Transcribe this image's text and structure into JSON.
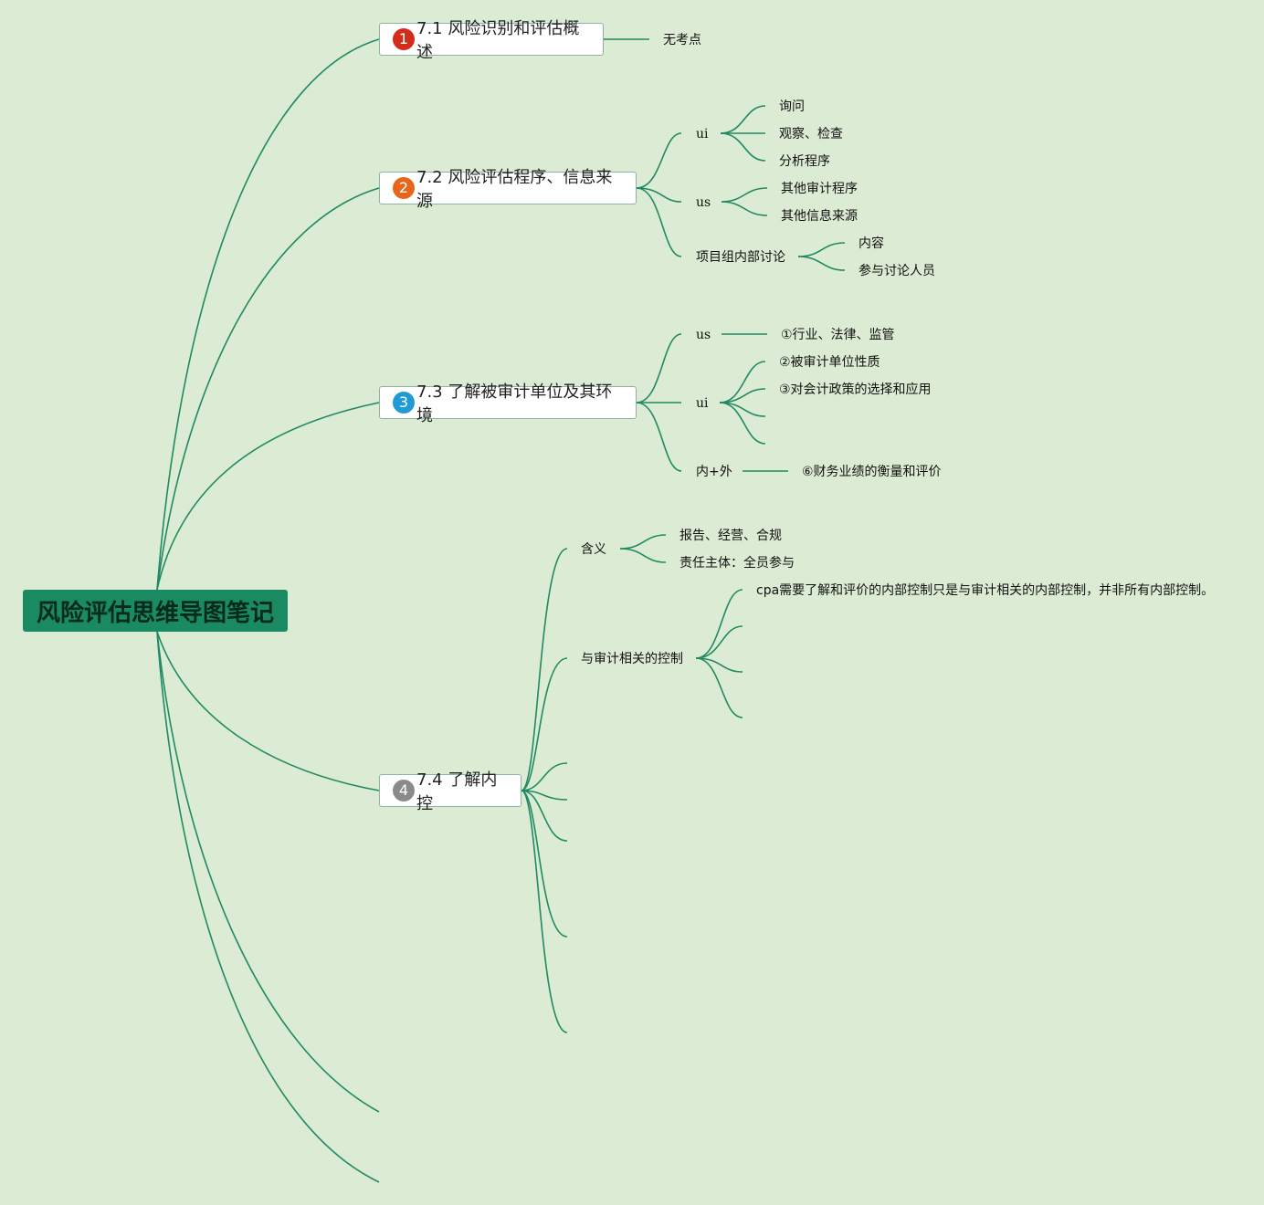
{
  "root": {
    "label": "风险评估思维导图笔记"
  },
  "colors": {
    "background": "#dcebd3",
    "line": "#1f8a63",
    "root": "#1a8a62"
  },
  "topics": [
    {
      "badge": "1",
      "badge_color": "#d42c1b",
      "label": "7.1 风险识别和评估概述"
    },
    {
      "badge": "2",
      "badge_color": "#e8651b",
      "label": "7.2 风险评估程序、信息来源"
    },
    {
      "badge": "3",
      "badge_color": "#1f9ad7",
      "label": "7.3 了解被审计单位及其环境"
    },
    {
      "badge": "4",
      "badge_color": "#8a8a8a",
      "label": "7.4 了解内控"
    }
  ],
  "t1": {
    "no_point": "无考点"
  },
  "t2": {
    "ui": "ui",
    "ui_items": [
      "询问",
      "观察、检查",
      "分析程序"
    ],
    "us": "us",
    "us_items": [
      "其他审计程序",
      "其他信息来源"
    ],
    "discuss": "项目组内部讨论",
    "discuss_items": [
      "内容",
      "参与讨论人员"
    ]
  },
  "t3": {
    "us": "us",
    "us_item": "①行业、法律、监管",
    "ui": "ui",
    "ui_items": [
      "②被审计单位性质",
      "③对会计政策的选择和应用"
    ],
    "inout": "内+外",
    "inout_item": "⑥财务业绩的衡量和评价"
  },
  "t4": {
    "meaning": "含义",
    "meaning_items": [
      "报告、经营、合规",
      "责任主体：全员参与"
    ],
    "audit_controls": "与审计相关的控制",
    "audit_controls_items": [
      "cpa需要了解和评价的内部控制只是与审计相关的内部控制，并非所有内部控制。"
    ]
  }
}
